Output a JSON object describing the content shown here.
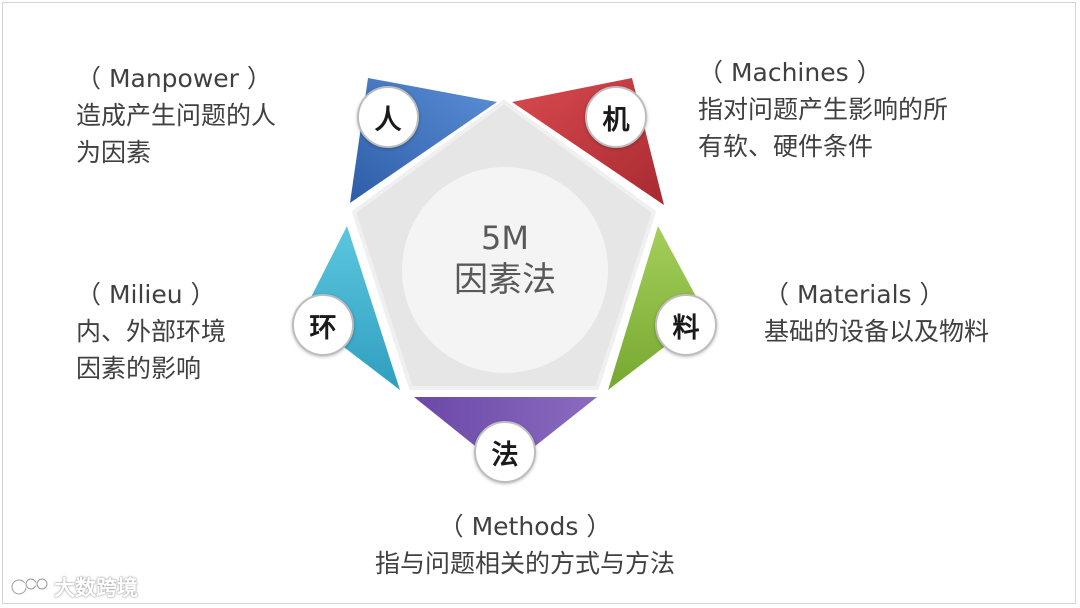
{
  "center": {
    "line1": "5M",
    "line2": "因素法"
  },
  "nodes": [
    {
      "key": "manpower",
      "badge": "人",
      "english": "（ Manpower ）",
      "desc_lines": [
        "造成产生问题的人",
        "为因素"
      ],
      "color": "#4a7cc2"
    },
    {
      "key": "machines",
      "badge": "机",
      "english": "（ Machines ）",
      "desc_lines": [
        "指对问题产生影响的所",
        "有软、硬件条件"
      ],
      "color": "#c9393f"
    },
    {
      "key": "materials",
      "badge": "料",
      "english": "（ Materials ）",
      "desc_lines": [
        "基础的设备以及物料"
      ],
      "color": "#8fbf3f"
    },
    {
      "key": "methods",
      "badge": "法",
      "english": "（ Methods ）",
      "desc_lines": [
        "指与问题相关的方式与方法"
      ],
      "color": "#7756ad"
    },
    {
      "key": "milieu",
      "badge": "环",
      "english": "（ Milieu ）",
      "desc_lines": [
        "内、外部环境",
        "因素的影响"
      ],
      "color": "#3fb1cf"
    }
  ],
  "watermark": {
    "text": "大数跨境",
    "icon": "brand-logo-icon"
  }
}
